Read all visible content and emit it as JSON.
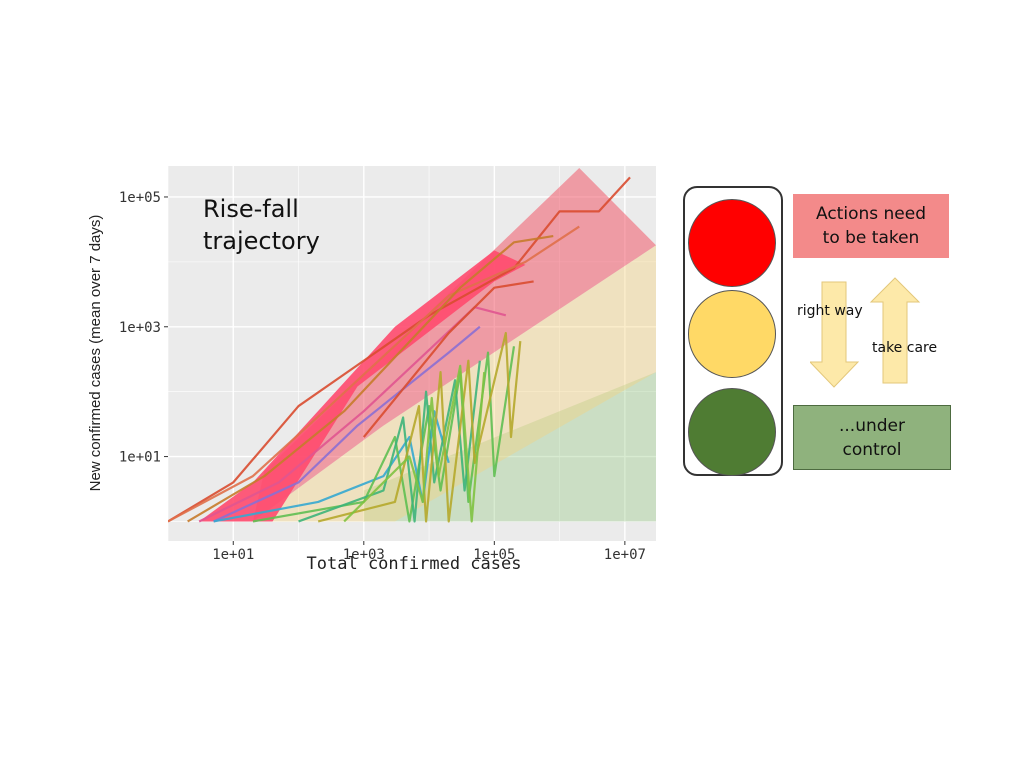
{
  "chart_data": {
    "type": "line",
    "annotation": "Rise-fall\ntrajectory",
    "xlabel": "Total confirmed cases",
    "ylabel": "New confirmed cases (mean over 7 days)",
    "x_scale": "log",
    "y_scale": "log",
    "xlim": [
      1,
      30000000
    ],
    "ylim": [
      0.5,
      300000
    ],
    "x_ticks": [
      {
        "value": 10,
        "label": "1e+01"
      },
      {
        "value": 1000,
        "label": "1e+03"
      },
      {
        "value": 100000,
        "label": "1e+05"
      },
      {
        "value": 10000000,
        "label": "1e+07"
      }
    ],
    "y_ticks": [
      {
        "value": 10,
        "label": "1e+01"
      },
      {
        "value": 1000,
        "label": "1e+03"
      },
      {
        "value": 100000,
        "label": "1e+05"
      }
    ],
    "grid": true,
    "zones": [
      {
        "color": "#8fc77a",
        "opacity": 0.35,
        "polygon": [
          [
            1000,
            1
          ],
          [
            30000000,
            1
          ],
          [
            30000000,
            200
          ],
          [
            1000,
            3
          ]
        ]
      },
      {
        "color": "#f5d27c",
        "opacity": 0.4,
        "polygon": [
          [
            20,
            1
          ],
          [
            3000,
            1
          ],
          [
            30000000,
            200
          ],
          [
            30000000,
            18000
          ],
          [
            2000,
            30
          ]
        ]
      },
      {
        "color": "#f05a6a",
        "opacity": 0.55,
        "polygon": [
          [
            20,
            1
          ],
          [
            2000,
            30
          ],
          [
            30000000,
            18000
          ],
          [
            2000000,
            280000
          ],
          [
            30,
            6
          ]
        ]
      },
      {
        "color": "#ff4a6e",
        "opacity": 0.9,
        "polygon": [
          [
            40,
            1
          ],
          [
            800,
            120
          ],
          [
            100000,
            5000
          ],
          [
            300000,
            9000
          ],
          [
            100000,
            15000
          ],
          [
            3000,
            1000
          ],
          [
            20,
            4
          ],
          [
            3,
            1
          ]
        ]
      }
    ],
    "series": [
      {
        "color": "#d94c30",
        "points": [
          [
            1,
            1
          ],
          [
            10,
            4
          ],
          [
            100,
            60
          ],
          [
            10000,
            1500
          ],
          [
            200000,
            8000
          ],
          [
            1000000,
            60000
          ],
          [
            4000000,
            60000
          ],
          [
            12000000,
            200000
          ]
        ]
      },
      {
        "color": "#e0704a",
        "points": [
          [
            1,
            1
          ],
          [
            20,
            5
          ],
          [
            300,
            60
          ],
          [
            20000,
            3000
          ],
          [
            300000,
            10000
          ],
          [
            2000000,
            35000
          ]
        ]
      },
      {
        "color": "#c77b2b",
        "points": [
          [
            2,
            1
          ],
          [
            30,
            5
          ],
          [
            500,
            50
          ],
          [
            30000,
            4000
          ],
          [
            200000,
            20000
          ],
          [
            800000,
            25000
          ]
        ]
      },
      {
        "color": "#e05590",
        "points": [
          [
            3,
            1
          ],
          [
            50,
            4
          ],
          [
            1000,
            50
          ],
          [
            50000,
            2000
          ],
          [
            150000,
            1500
          ]
        ]
      },
      {
        "color": "#8b6fd3",
        "points": [
          [
            5,
            1
          ],
          [
            100,
            4
          ],
          [
            800,
            30
          ],
          [
            20000,
            400
          ],
          [
            60000,
            1000
          ]
        ]
      },
      {
        "color": "#35a9d0",
        "points": [
          [
            5,
            1
          ],
          [
            200,
            2
          ],
          [
            2000,
            5
          ],
          [
            5000,
            20
          ],
          [
            8000,
            2
          ],
          [
            12000,
            50
          ],
          [
            20000,
            8
          ]
        ]
      },
      {
        "color": "#5fbf52",
        "points": [
          [
            20,
            1
          ],
          [
            1000,
            2
          ],
          [
            3000,
            20
          ],
          [
            5000,
            1
          ],
          [
            10000,
            60
          ],
          [
            15000,
            3
          ],
          [
            30000,
            200
          ],
          [
            40000,
            2
          ],
          [
            80000,
            400
          ],
          [
            100000,
            5
          ],
          [
            200000,
            500
          ]
        ]
      },
      {
        "color": "#3db47a",
        "points": [
          [
            100,
            1
          ],
          [
            2000,
            3
          ],
          [
            4000,
            40
          ],
          [
            6000,
            1
          ],
          [
            9000,
            100
          ],
          [
            12000,
            4
          ],
          [
            25000,
            150
          ],
          [
            35000,
            3
          ],
          [
            60000,
            300
          ]
        ]
      },
      {
        "color": "#b5a82c",
        "points": [
          [
            200,
            1
          ],
          [
            3000,
            2
          ],
          [
            7000,
            60
          ],
          [
            9000,
            1
          ],
          [
            15000,
            200
          ],
          [
            20000,
            1
          ],
          [
            40000,
            300
          ],
          [
            50000,
            8
          ],
          [
            150000,
            800
          ],
          [
            180000,
            20
          ],
          [
            250000,
            600
          ]
        ]
      },
      {
        "color": "#7fc241",
        "points": [
          [
            500,
            1
          ],
          [
            5000,
            10
          ],
          [
            8000,
            2
          ],
          [
            11000,
            80
          ],
          [
            14000,
            5
          ],
          [
            30000,
            250
          ],
          [
            45000,
            1
          ],
          [
            70000,
            200
          ]
        ]
      },
      {
        "color": "#d94c30",
        "points": [
          [
            1000,
            20
          ],
          [
            20000,
            800
          ],
          [
            100000,
            4000
          ],
          [
            400000,
            5000
          ]
        ]
      }
    ]
  },
  "legend": {
    "action_label": "Actions need\nto be taken",
    "control_label": "...under\ncontrol",
    "down_label": "right way",
    "up_label": "take care",
    "colors": {
      "red": "#ff0000",
      "yellow": "#ffd966",
      "green": "#4f7c33",
      "arrow": "#fde9a9"
    }
  }
}
